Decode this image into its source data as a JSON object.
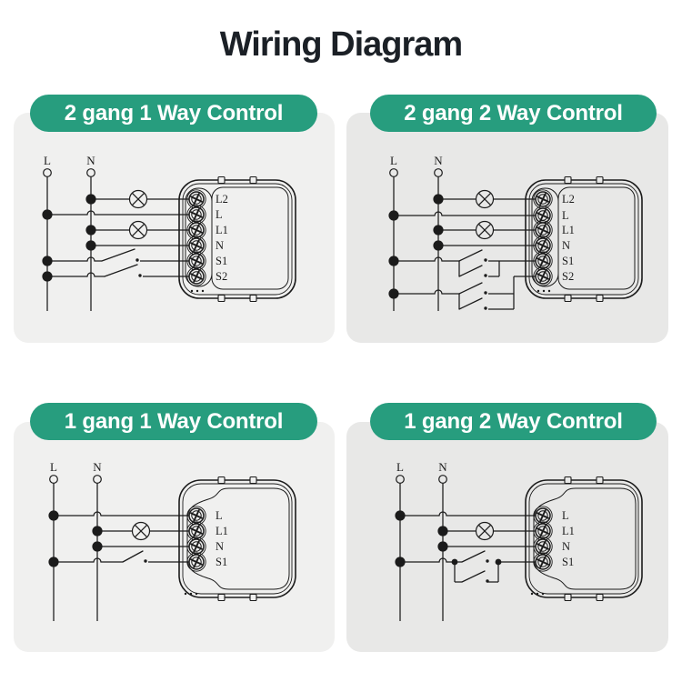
{
  "page": {
    "title": "Wiring Diagram"
  },
  "colors": {
    "accent_green": "#279d7e",
    "panel_light": "#f0f0ef",
    "panel_dark": "#e8e8e7",
    "line": "#1b1b1b",
    "pill_text": "#ffffff",
    "title_text": "#1b2026",
    "page_background": "#ffffff"
  },
  "panels": [
    {
      "id": "2g1w",
      "title": "2 gang 1 Way Control",
      "supply_labels": [
        "L",
        "N"
      ],
      "terminals": [
        "L2",
        "L",
        "L1",
        "N",
        "S1",
        "S2"
      ],
      "gangs": 2,
      "ways": 1,
      "lamps": 2,
      "wall_switches": 2
    },
    {
      "id": "2g2w",
      "title": "2 gang 2 Way Control",
      "supply_labels": [
        "L",
        "N"
      ],
      "terminals": [
        "L2",
        "L",
        "L1",
        "N",
        "S1",
        "S2"
      ],
      "gangs": 2,
      "ways": 2,
      "lamps": 2,
      "wall_switches": 2
    },
    {
      "id": "1g1w",
      "title": "1 gang 1 Way Control",
      "supply_labels": [
        "L",
        "N"
      ],
      "terminals": [
        "L",
        "L1",
        "N",
        "S1"
      ],
      "gangs": 1,
      "ways": 1,
      "lamps": 1,
      "wall_switches": 1
    },
    {
      "id": "1g2w",
      "title": "1 gang 2 Way Control",
      "supply_labels": [
        "L",
        "N"
      ],
      "terminals": [
        "L",
        "L1",
        "N",
        "S1"
      ],
      "gangs": 1,
      "ways": 2,
      "lamps": 1,
      "wall_switches": 1
    }
  ]
}
